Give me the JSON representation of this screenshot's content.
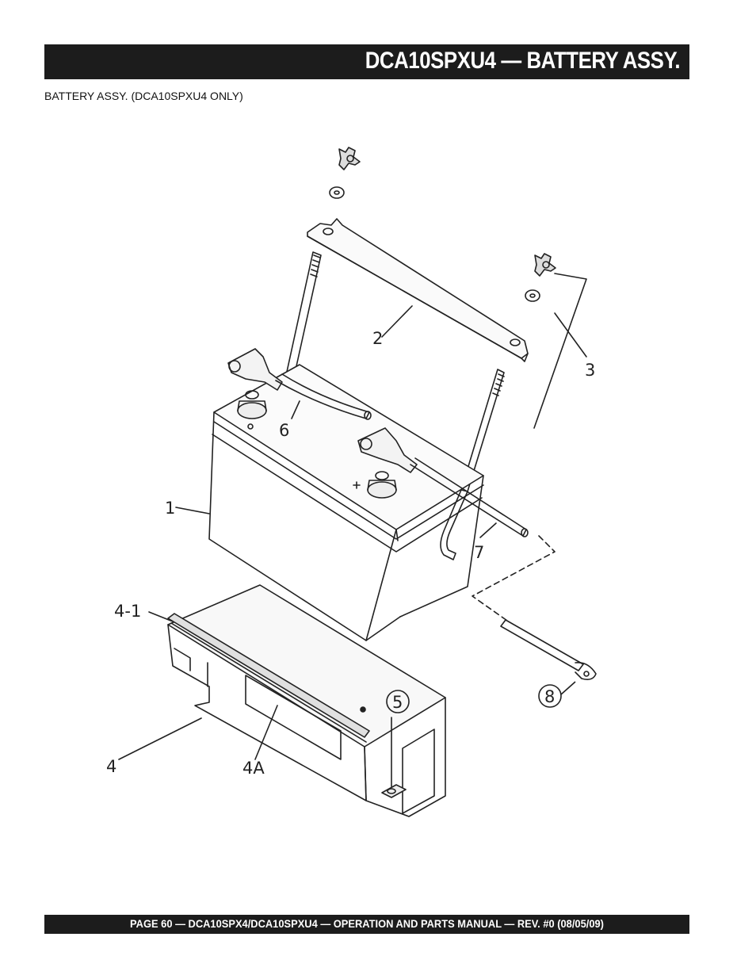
{
  "header": {
    "title": "DCA10SPXU4 — BATTERY ASSY."
  },
  "section": {
    "subtitle": "BATTERY ASSY. (DCA10SPXU4 ONLY)"
  },
  "diagram": {
    "callouts": {
      "c1": "1",
      "c2": "2",
      "c3": "3",
      "c4": "4",
      "c4_1": "4-1",
      "c4a": "4A",
      "c5": "5",
      "c6": "6",
      "c7": "7",
      "c8": "8"
    }
  },
  "footer": {
    "text": "PAGE 60 — DCA10SPX4/DCA10SPXU4 —  OPERATION  AND PARTS MANUAL — REV. #0  (08/05/09)"
  }
}
